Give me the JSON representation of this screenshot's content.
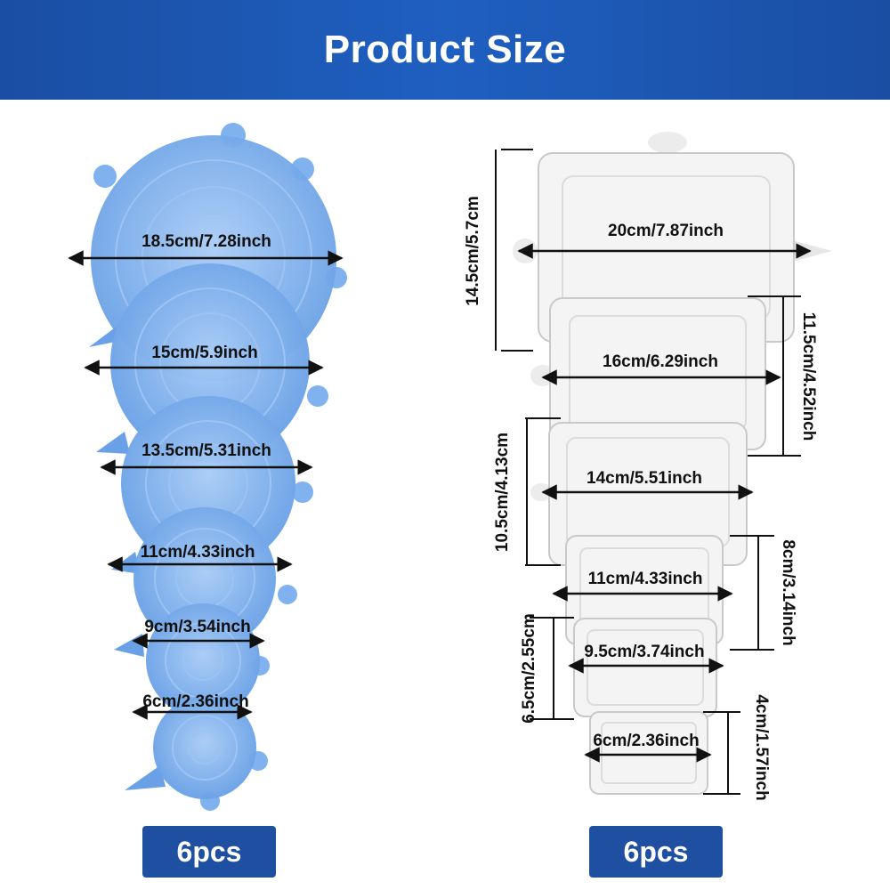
{
  "header": {
    "title": "Product Size"
  },
  "round_lids": {
    "count_label": "6pcs",
    "sizes": [
      "18.5cm/7.28inch",
      "15cm/5.9inch",
      "13.5cm/5.31inch",
      "11cm/4.33inch",
      "9cm/3.54inch",
      "6cm/2.36inch"
    ]
  },
  "rect_lids": {
    "count_label": "6pcs",
    "widths": [
      "20cm/7.87inch",
      "16cm/6.29inch",
      "14cm/5.51inch",
      "11cm/4.33inch",
      "9.5cm/3.74inch",
      "6cm/2.36inch"
    ],
    "heights": [
      "14.5cm/5.7cm",
      "11.5cm/4.52inch",
      "10.5cm/4.13cm",
      "8cm/3.14inch",
      "6.5cm/2.55cm",
      "4cm/1.57inch"
    ]
  },
  "colors": {
    "header": "#1f5fc0",
    "round_lid": "#7fb2ef",
    "rect_lid": "#f2f2f2",
    "badge": "#1f4fa0"
  }
}
